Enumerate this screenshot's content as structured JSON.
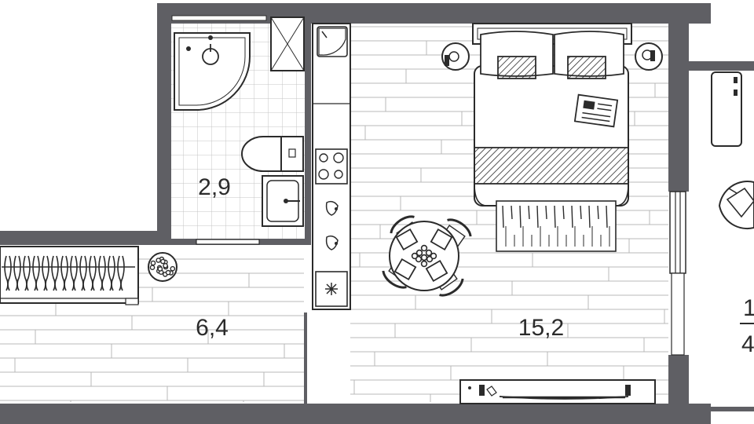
{
  "colors": {
    "wall": "#5f5f64",
    "line": "#2b2b2b",
    "floor_line": "#b9b9b9",
    "tile_line": "#c4c4c4",
    "background": "#ffffff"
  },
  "rooms": [
    {
      "id": "bathroom",
      "area_label": "2,9"
    },
    {
      "id": "hallway",
      "area_label": "6,4"
    },
    {
      "id": "living-room",
      "area_label": "15,2"
    },
    {
      "id": "balcony",
      "area_label": "1",
      "area_label_second": "4"
    }
  ],
  "fixtures": [
    "shower-icon",
    "toilet-icon",
    "bathroom-sink-icon",
    "washing-machine-icon",
    "kitchen-sink-icon",
    "stove-icon",
    "refrigerator-icon",
    "double-bed-icon",
    "nightstand-icon",
    "rug-icon",
    "dining-table-icon",
    "chair-icon",
    "wardrobe-icon",
    "plant-icon",
    "tv-stand-icon",
    "balcony-cabinet-icon",
    "armchair-icon"
  ]
}
